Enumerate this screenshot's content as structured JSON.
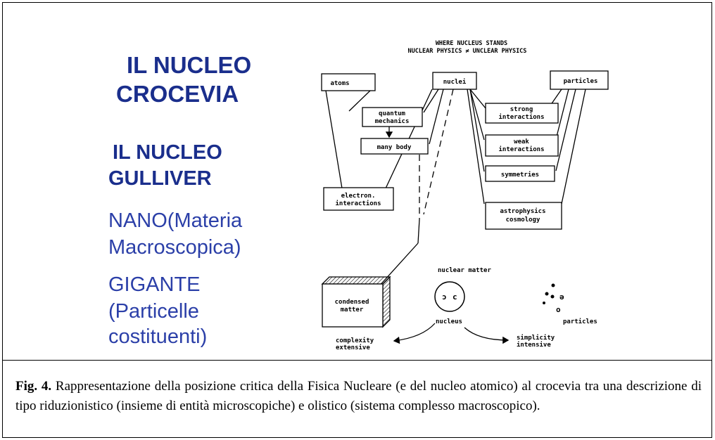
{
  "left_panel": {
    "title_line1": "IL NUCLEO",
    "title_line2": "CROCEVIA",
    "gulliver_line1": "IL NUCLEO",
    "gulliver_line2": "GULLIVER",
    "nano_line1": "NANO(Materia",
    "nano_line2": "Macroscopica)",
    "gigante_line1": "GIGANTE",
    "gigante_line2": "(Particelle",
    "gigante_line3": "costituenti)"
  },
  "diagram": {
    "header_line1": "WHERE NUCLEUS STANDS",
    "header_line2": "NUCLEAR PHYSICS ≠ UNCLEAR PHYSICS",
    "boxes": {
      "atoms": "atoms",
      "nuclei": "nuclei",
      "particles": "particles",
      "quantum_1": "quantum",
      "quantum_2": "mechanics",
      "many_body": "many body",
      "strong_1": "strong",
      "strong_2": "interactions",
      "weak_1": "weak",
      "weak_2": "interactions",
      "symmetries": "symmetries",
      "electron_1": "electron.",
      "electron_2": "interactions",
      "astro_1": "astrophysics",
      "astro_2": "cosmology",
      "condensed_1": "condensed",
      "condensed_2": "matter"
    },
    "labels": {
      "nuclear_matter": "nuclear matter",
      "nucleus": "nucleus",
      "particles_bottom": "particles",
      "complexity_1": "complexity",
      "complexity_2": "extensive",
      "simplicity_1": "simplicity",
      "simplicity_2": "intensive"
    }
  },
  "caption": {
    "fig_label": "Fig. 4.",
    "text": " Rappresentazione della posizione critica della Fisica Nucleare (e del nucleo atomico) al crocevia tra una descrizione di tipo riduzionistico (insieme di entità microscopiche) e olistico (sistema complesso macroscopico)."
  },
  "colors": {
    "title_blue": "#1a2e8c",
    "text_blue": "#2b3fa8"
  }
}
